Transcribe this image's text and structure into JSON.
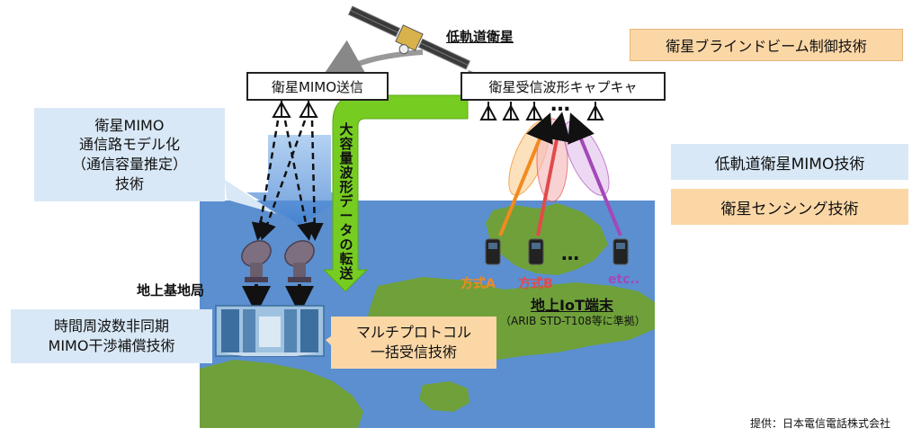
{
  "labels": {
    "leo_satellite": "低軌道衛星",
    "sat_mimo_tx": "衛星MIMO送信",
    "sat_rx_capture": "衛星受信波形キャプキャ",
    "blind_beam": "衛星ブラインドビーム制御技術",
    "channel_model": [
      "衛星MIMO",
      "通信路モデル化",
      "（通信容量推定）",
      "技術"
    ],
    "transfer": [
      "大",
      "容",
      "量",
      "波",
      "形",
      "デ",
      "ー",
      "タ",
      "の",
      "転",
      "送"
    ],
    "ground_station": "地上基地局",
    "async_mimo": [
      "時間周波数非同期",
      "MIMO干渉補償技術"
    ],
    "multiprotocol": [
      "マルチプロトコル",
      "一括受信技術"
    ],
    "method_a": "方式A",
    "method_b": "方式B",
    "method_etc": "etc..",
    "iot_terminal": "地上IoT端末",
    "iot_standard": "（ARIB STD-T108等に準拠）",
    "leo_mimo_tech": "低軌道衛星MIMO技術",
    "sensing_tech": "衛星センシング技術",
    "credit": "提供：日本電信電話株式会社",
    "ellipsis": "…"
  },
  "colors": {
    "ocean": "#5b8fd0",
    "land": "#6fa03a",
    "green_arrow": "#77cc22",
    "orange_box": "#fbd7a6",
    "blue_box": "#d9e8f6",
    "method_a": "#f28a1e",
    "method_b": "#e24a4a",
    "method_etc": "#a348b8"
  },
  "icons": [
    "satellite-icon",
    "antenna-icon",
    "dish-antenna-icon",
    "server-room-icon",
    "iot-device-icon"
  ]
}
